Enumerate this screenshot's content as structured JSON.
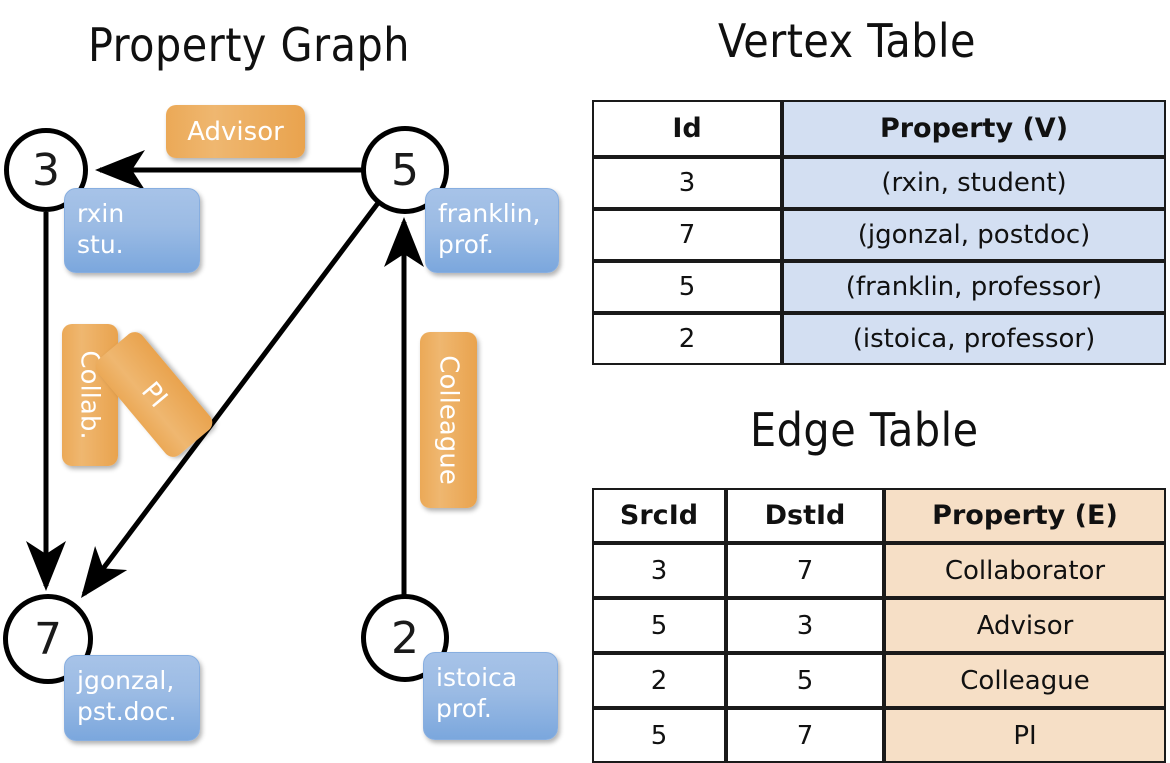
{
  "titles": {
    "property_graph": "Property Graph",
    "vertex_table": "Vertex Table",
    "edge_table": "Edge Table"
  },
  "colors": {
    "node_fill": "#ffffff",
    "node_stroke": "#000000",
    "vertex_prop_fill": "#d3dff2",
    "edge_prop_fill": "#f6dfc6",
    "blue_box": "#8fb3e2",
    "orange_badge": "#eba957",
    "edge_line": "#000000"
  },
  "graph": {
    "nodes": [
      {
        "id": "3",
        "prop_line1": "rxin",
        "prop_line2": "stu."
      },
      {
        "id": "5",
        "prop_line1": "franklin,",
        "prop_line2": "prof."
      },
      {
        "id": "7",
        "prop_line1": "jgonzal,",
        "prop_line2": "pst.doc."
      },
      {
        "id": "2",
        "prop_line1": "istoica",
        "prop_line2": "prof."
      }
    ],
    "edge_labels": [
      {
        "name": "advisor",
        "text": "Advisor",
        "orientation": "horizontal"
      },
      {
        "name": "collab",
        "text": "Collab.",
        "orientation": "vertical"
      },
      {
        "name": "pi",
        "text": "PI",
        "orientation": "diagonal"
      },
      {
        "name": "colleague",
        "text": "Colleague",
        "orientation": "vertical"
      }
    ]
  },
  "vertex_table": {
    "headers": [
      "Id",
      "Property (V)"
    ],
    "rows": [
      {
        "id": "3",
        "property": "(rxin, student)"
      },
      {
        "id": "7",
        "property": "(jgonzal, postdoc)"
      },
      {
        "id": "5",
        "property": "(franklin, professor)"
      },
      {
        "id": "2",
        "property": "(istoica, professor)"
      }
    ]
  },
  "edge_table": {
    "headers": [
      "SrcId",
      "DstId",
      "Property (E)"
    ],
    "rows": [
      {
        "src": "3",
        "dst": "7",
        "property": "Collaborator"
      },
      {
        "src": "5",
        "dst": "3",
        "property": "Advisor"
      },
      {
        "src": "2",
        "dst": "5",
        "property": "Colleague"
      },
      {
        "src": "5",
        "dst": "7",
        "property": "PI"
      }
    ]
  }
}
